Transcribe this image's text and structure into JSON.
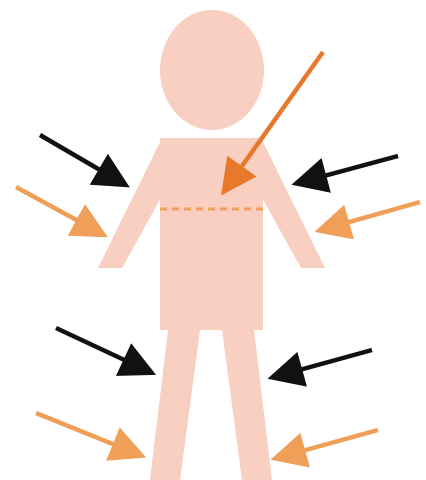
{
  "diagram": {
    "subject": "human-body-figure",
    "colors": {
      "background": "#ffffff",
      "body": "#f8cfc0",
      "black_arrow": "#111111",
      "light_orange_arrow": "#ef9f57",
      "dark_orange_arrow": "#e8782c",
      "waist_line": "#ef9f57"
    },
    "parts": {
      "head": "head",
      "torso": "torso",
      "left_arm": "left-arm",
      "right_arm": "right-arm",
      "left_leg": "left-leg",
      "right_leg": "right-leg",
      "waist_line": "dashed-waist-line"
    },
    "arrows": [
      {
        "id": "upper-left-black",
        "color": "black"
      },
      {
        "id": "upper-left-orange",
        "color": "light-orange"
      },
      {
        "id": "upper-right-black",
        "color": "black"
      },
      {
        "id": "upper-right-orange",
        "color": "light-orange"
      },
      {
        "id": "lower-left-black",
        "color": "black"
      },
      {
        "id": "lower-left-orange",
        "color": "light-orange"
      },
      {
        "id": "lower-right-black",
        "color": "black"
      },
      {
        "id": "lower-right-orange",
        "color": "light-orange"
      },
      {
        "id": "diagonal-chest",
        "color": "dark-orange"
      }
    ]
  }
}
